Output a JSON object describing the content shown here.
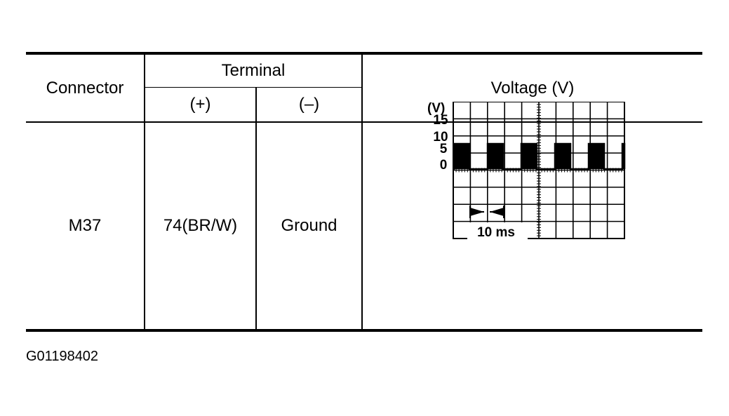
{
  "table": {
    "header": {
      "connector": "Connector",
      "terminal": "Terminal",
      "plus": "(+)",
      "minus": "(–)",
      "voltage": "Voltage (V)"
    },
    "row": {
      "connector": "M37",
      "plus": "74(BR/W)",
      "minus": "Ground"
    }
  },
  "waveform": {
    "unit_label": "(V)",
    "y_ticks": [
      "15",
      "10",
      "5",
      "0"
    ],
    "time_label": "10 ms",
    "low_level_v": 0,
    "high_level_v": 7.5,
    "colors": {
      "ink": "#000000",
      "paper": "#ffffff"
    }
  },
  "figure_id": "G01198402"
}
